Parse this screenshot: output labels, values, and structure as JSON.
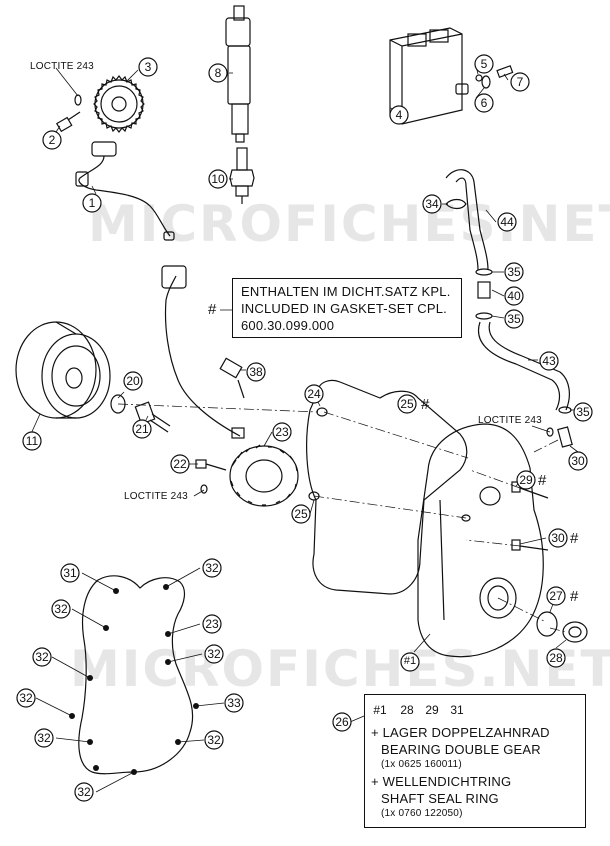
{
  "callouts": [
    "1",
    "2",
    "3",
    "4",
    "5",
    "6",
    "7",
    "8",
    "10",
    "11",
    "20",
    "21",
    "22",
    "23",
    "23",
    "24",
    "25",
    "25",
    "26",
    "27",
    "28",
    "29",
    "30",
    "30",
    "31",
    "32",
    "32",
    "32",
    "32",
    "32",
    "32",
    "32",
    "32",
    "33",
    "34",
    "35",
    "35",
    "35",
    "38",
    "40",
    "43",
    "44"
  ],
  "markers": {
    "hash": "#",
    "ref1": "#1"
  },
  "loctite": {
    "label_1": "LOCTITE 243",
    "label_2": "LOCTITE 243",
    "label_3": "LOCTITE 243"
  },
  "gasket_note": {
    "line1": "ENTHALTEN IM DICHT.SATZ KPL.",
    "line2": "INCLUDED IN GASKET-SET CPL.",
    "line3": "600.30.099.000"
  },
  "parts_note": {
    "refs": [
      "#1",
      "28",
      "29",
      "31"
    ],
    "line1": "+ LAGER DOPPELZAHNRAD",
    "line2": "BEARING DOUBLE GEAR",
    "line3": "(1x 0625 160011)",
    "line4": "+ WELLENDICHTRING",
    "line5": "SHAFT SEAL RING",
    "line6": "(1x 0760 122050)"
  },
  "watermark": {
    "text1": "MICROFICHES.NET",
    "text2": "MICROFICHES.NET"
  }
}
